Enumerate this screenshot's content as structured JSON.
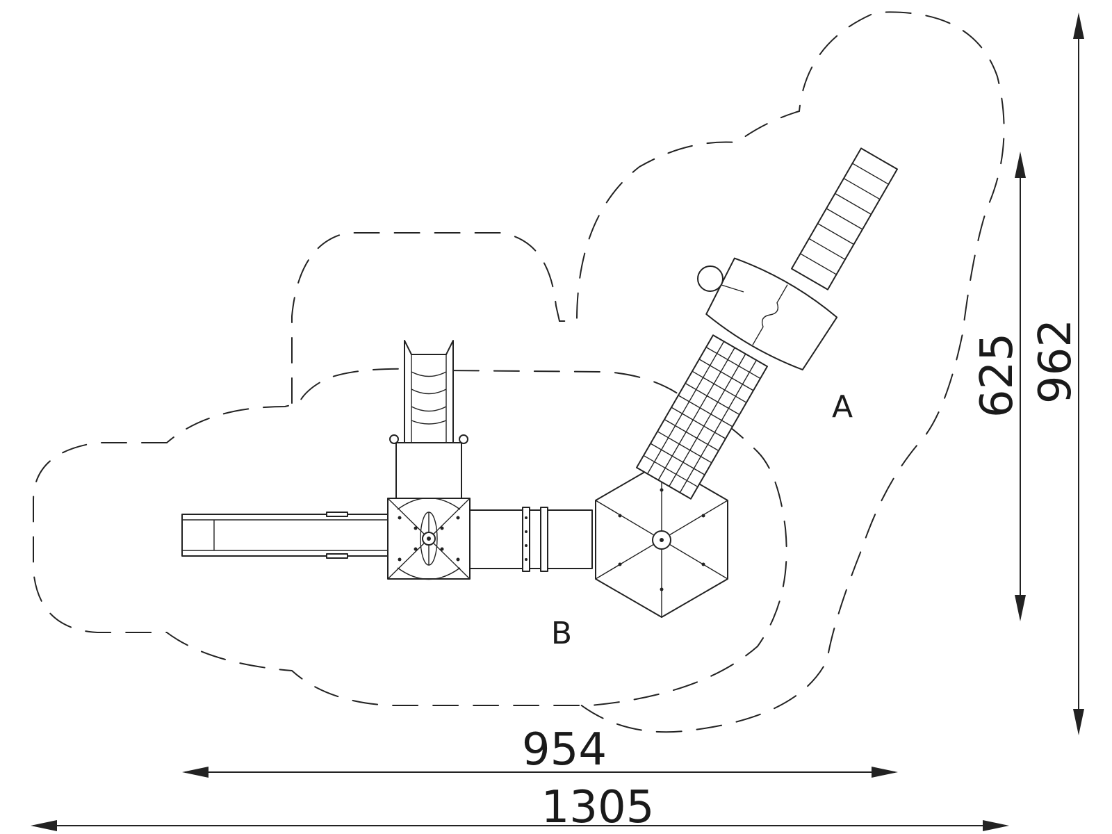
{
  "drawing": {
    "dimensions": {
      "inner_width": "954",
      "outer_width": "1305",
      "inner_height": "625",
      "outer_height": "962"
    },
    "zone_labels": {
      "a": "A",
      "b": "B"
    }
  }
}
